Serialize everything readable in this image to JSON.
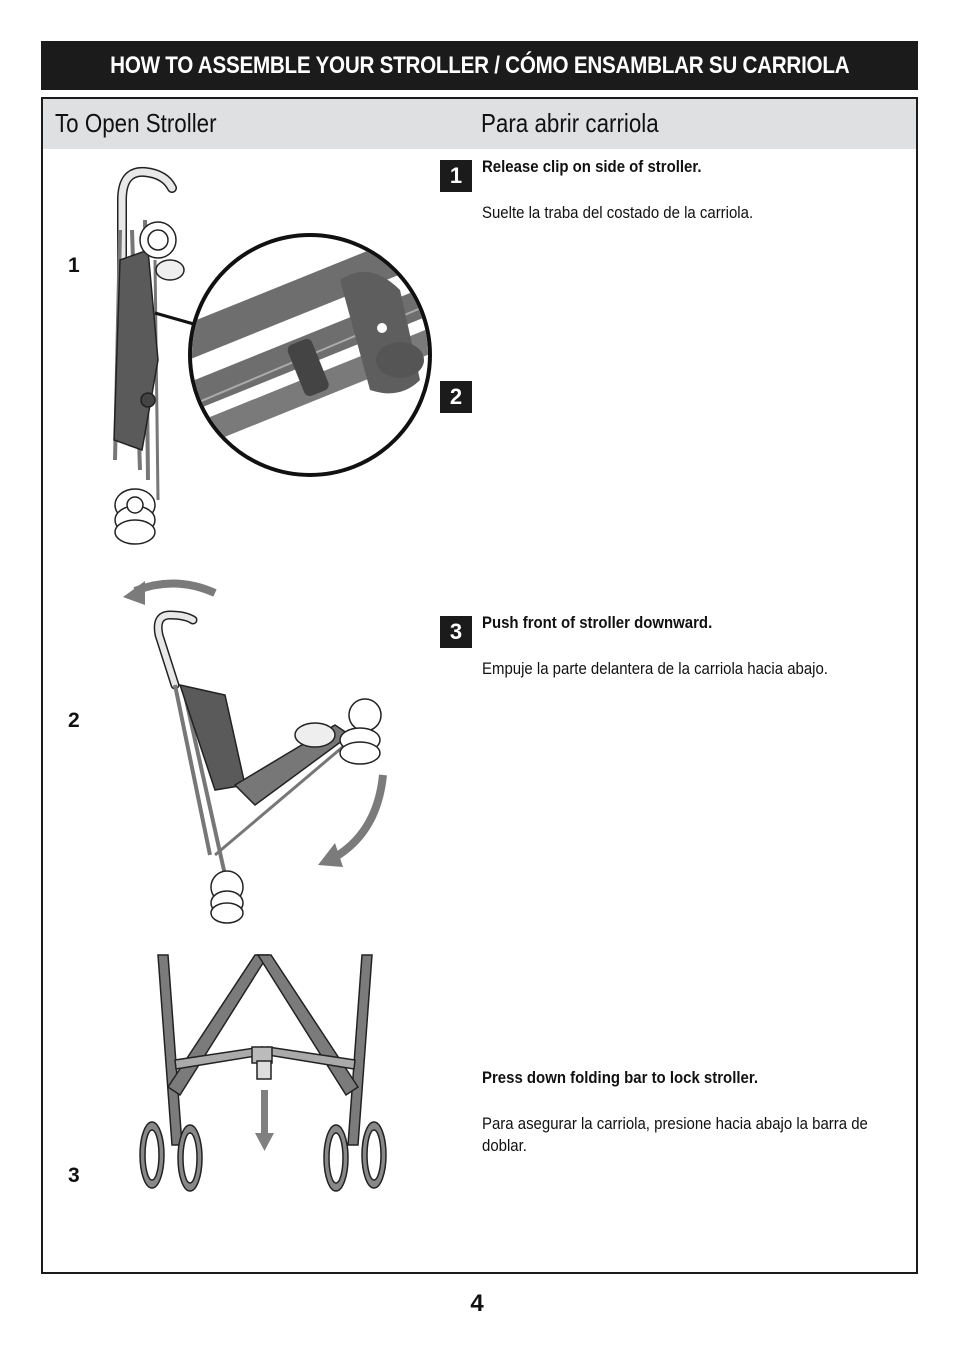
{
  "title": "HOW TO ASSEMBLE YOUR STROLLER / CÓMO ENSAMBLAR SU CARRIOLA",
  "section": {
    "heading_en": "To Open Stroller",
    "heading_es": "Para abrir carriola"
  },
  "figures": [
    "1",
    "2",
    "3"
  ],
  "steps": [
    {
      "number": "1",
      "en": "Release clip on side of stroller.",
      "es": "Suelte la traba del costado de la carriola."
    },
    {
      "number": "2",
      "en": "",
      "es": ""
    },
    {
      "number": "3",
      "en": "Push front of stroller downward.",
      "es": "Empuje la parte delantera de la carriola hacia abajo."
    },
    {
      "number": "",
      "en": "Press down folding bar to lock stroller.",
      "es": "Para asegurar la carriola, presione hacia abajo la barra de doblar."
    }
  ],
  "page_number": "4",
  "colors": {
    "title_bar": "#1b1b1b",
    "header_band": "#dfe0e2",
    "frame_gray": "#7b7b7b",
    "arrow_gray": "#808080"
  }
}
